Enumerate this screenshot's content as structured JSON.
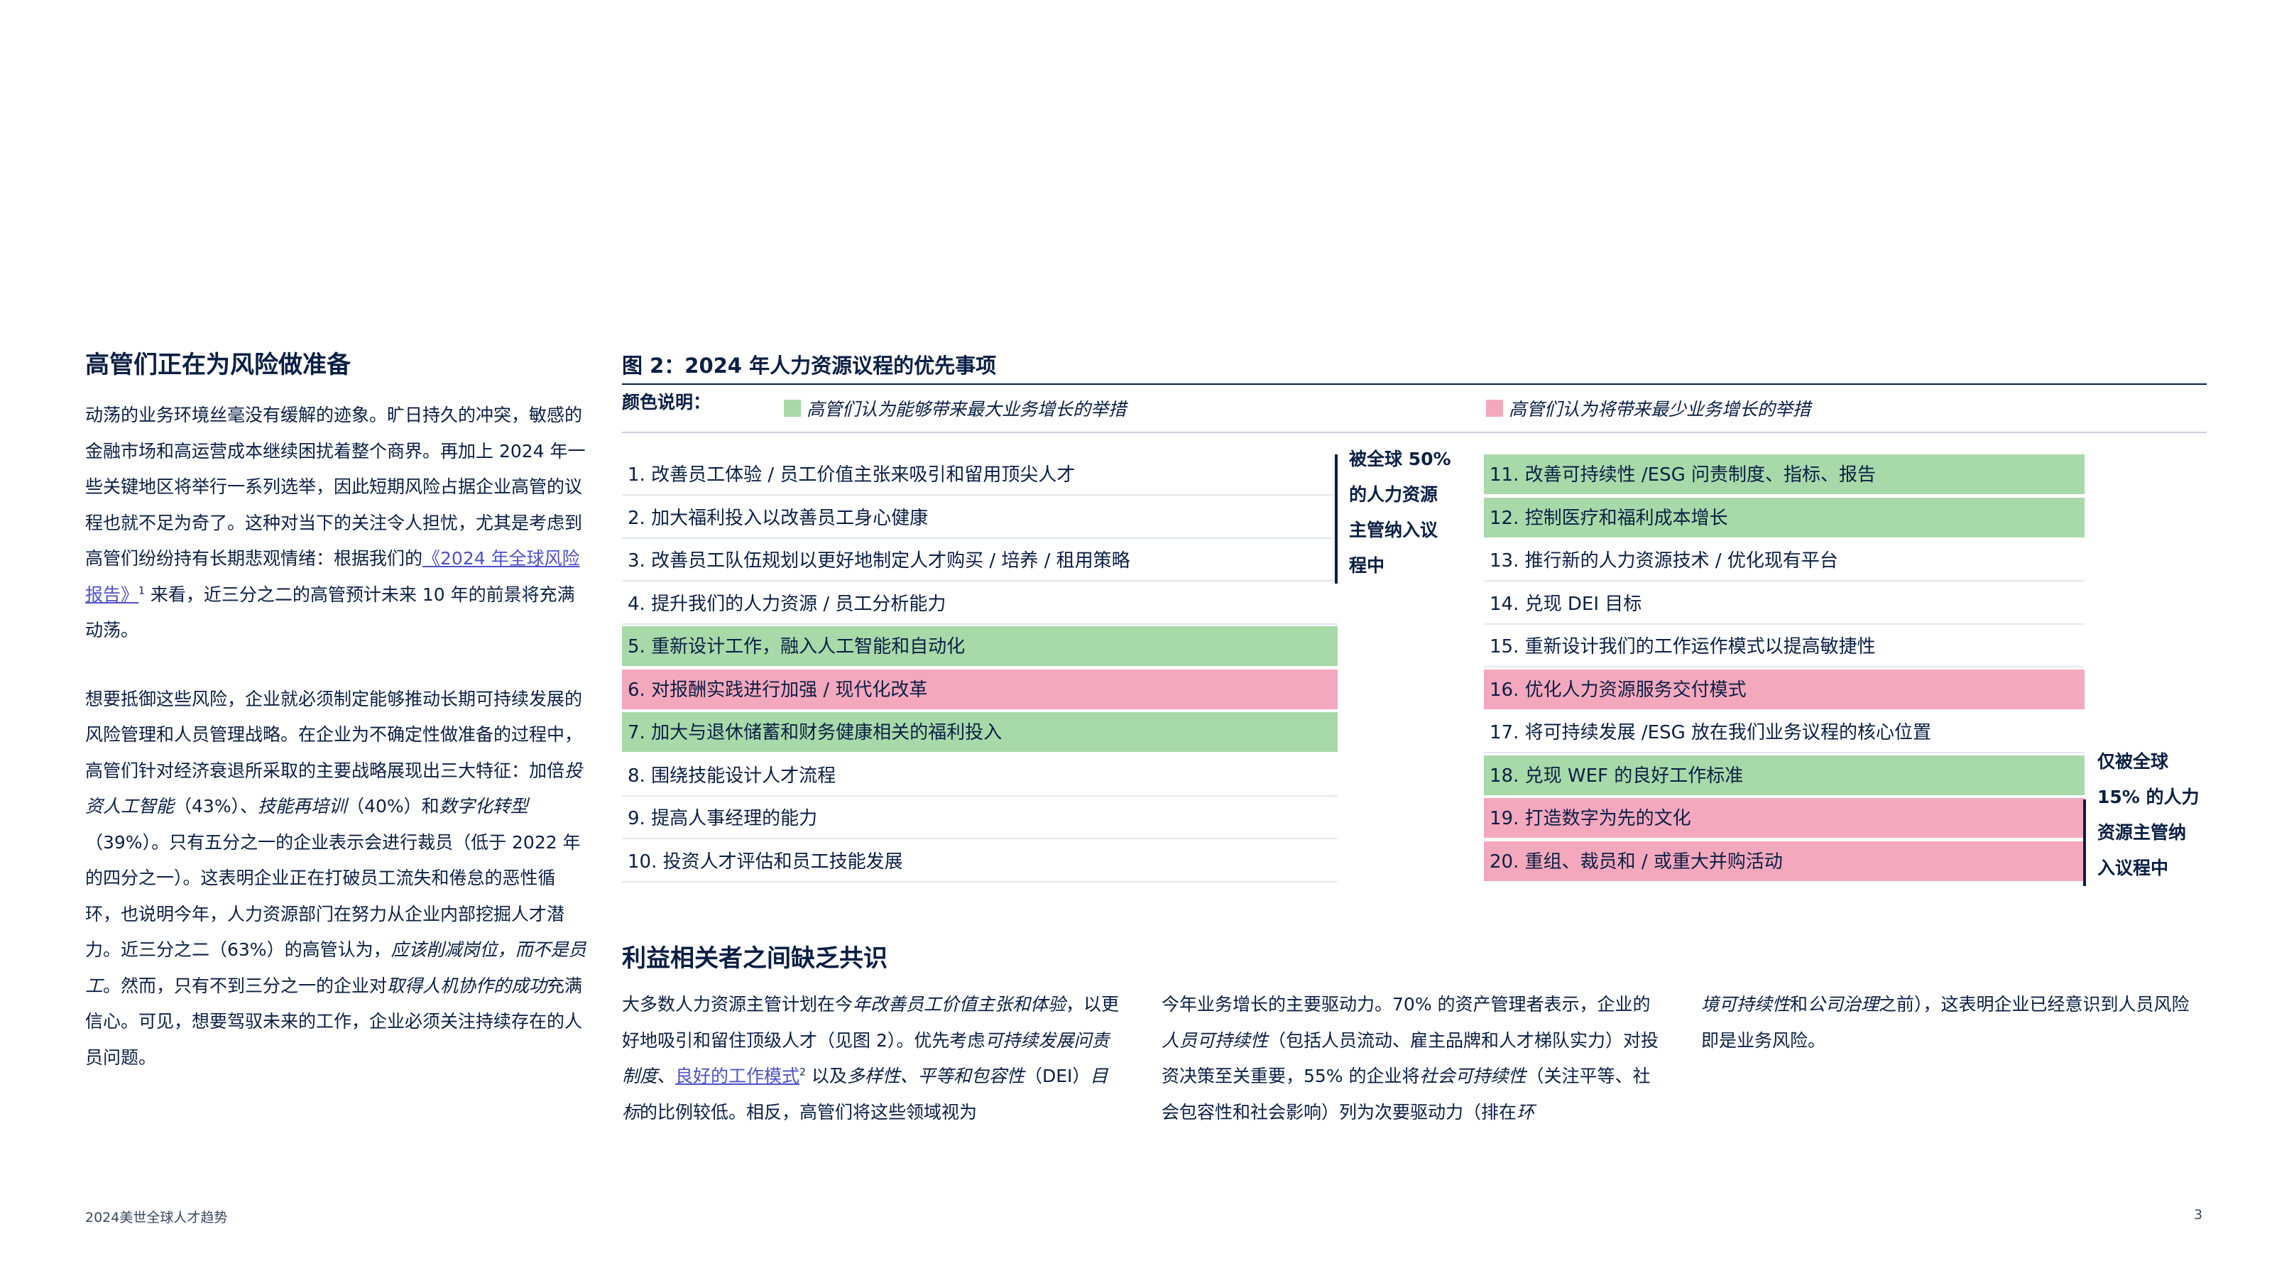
{
  "left": {
    "title": "高管们正在为风险做准备",
    "p1_a": "动荡的业务环境丝毫没有缓解的迹象。旷日持久的冲突，敏感的金融市场和高运营成本继续困扰着整个商界。再加上 2024 年一些关键地区将举行一系列选举，因此短期风险占据企业高管的议程也就不足为奇了。这种对当下的关注令人担忧，尤其是考虑到高管们纷纷持有长期悲观情绪：根据我们的",
    "p1_link": "《2024 年全球风险报告》",
    "p1_sup": "1",
    "p1_b": " 来看，近三分之二的高管预计未来 10 年的前景将充满动荡。",
    "p2_a": "想要抵御这些风险，企业就必须制定能够推动长期可持续发展的风险管理和人员管理战略。在企业为不确定性做准备的过程中，高管们针对经济衰退所采取的主要战略展现出三大特征：加倍",
    "p2_i1": "投资人工智能",
    "p2_b": "（43%）、",
    "p2_i2": "技能再培训",
    "p2_c": "（40%）和",
    "p2_i3": "数字化转型",
    "p2_d": "（39%）。只有五分之一的企业表示会进行裁员（低于 2022 年的四分之一）。这表明企业正在打破员工流失和倦怠的恶性循环，也说明今年，人力资源部门在努力从企业内部挖掘人才潜力。近三分之二（63%）的高管认为，",
    "p2_i4": "应该削减岗位，而不是员工",
    "p2_e": "。然而，只有不到三分之一的企业对",
    "p2_i5": "取得人机协作的成功",
    "p2_f": "充满信心。可见，想要驾驭未来的工作，企业必须关注持续存在的人员问题。"
  },
  "figure": {
    "title": "图 2：2024 年人力资源议程的优先事项",
    "legend_label": "颜色说明：",
    "legend_green": "高管们认为能够带来最大业务增长的举措",
    "legend_pink": "高管们认为将带来最少业务增长的举措",
    "colors": {
      "green": "#a8d9a9",
      "pink": "#f4a8bd",
      "navy": "#0a1f44"
    },
    "left_items": [
      {
        "label": "1. 改善员工体验 / 员工价值主张来吸引和留用顶尖人才",
        "tag": "none"
      },
      {
        "label": "2. 加大福利投入以改善员工身心健康",
        "tag": "none"
      },
      {
        "label": "3. 改善员工队伍规划以更好地制定人才购买 / 培养 / 租用策略",
        "tag": "none"
      },
      {
        "label": "4. 提升我们的人力资源 / 员工分析能力",
        "tag": "none"
      },
      {
        "label": "5. 重新设计工作，融入人工智能和自动化",
        "tag": "green"
      },
      {
        "label": "6. 对报酬实践进行加强 / 现代化改革",
        "tag": "pink"
      },
      {
        "label": "7. 加大与退休储蓄和财务健康相关的福利投入",
        "tag": "green"
      },
      {
        "label": "8. 围绕技能设计人才流程",
        "tag": "none"
      },
      {
        "label": "9. 提高人事经理的能力",
        "tag": "none"
      },
      {
        "label": "10. 投资人才评估和员工技能发展",
        "tag": "none"
      }
    ],
    "right_items": [
      {
        "label": "11. 改善可持续性 /ESG 问责制度、指标、报告",
        "tag": "green"
      },
      {
        "label": "12. 控制医疗和福利成本增长",
        "tag": "green"
      },
      {
        "label": "13. 推行新的人力资源技术 / 优化现有平台",
        "tag": "none"
      },
      {
        "label": "14. 兑现 DEI 目标",
        "tag": "none"
      },
      {
        "label": "15. 重新设计我们的工作运作模式以提高敏捷性",
        "tag": "none"
      },
      {
        "label": "16. 优化人力资源服务交付模式",
        "tag": "pink"
      },
      {
        "label": "17. 将可持续发展 /ESG 放在我们业务议程的核心位置",
        "tag": "none"
      },
      {
        "label": "18. 兑现 WEF 的良好工作标准",
        "tag": "green"
      },
      {
        "label": "19. 打造数字为先的文化",
        "tag": "pink"
      },
      {
        "label": "20. 重组、裁员和 / 或重大并购活动",
        "tag": "pink"
      }
    ],
    "annot_top": [
      "被全球 50%",
      "的人力资源",
      "主管纳入议",
      "程中"
    ],
    "annot_bottom": [
      "仅被全球",
      "15% 的人力",
      "资源主管纳",
      "入议程中"
    ]
  },
  "section2": {
    "title": "利益相关者之间缺乏共识",
    "c1_a": "大多数人力资源主管计划在今",
    "c1_i1": "年改善员工价值主张和体验",
    "c1_b": "，以更好地吸引和留住顶级人才（见图 2）。优先考虑",
    "c1_i2": "可持续发展问责制度",
    "c1_c": "、",
    "c1_link": "良好的工作模式",
    "c1_sup": "2",
    "c1_d": " 以及",
    "c1_i3": "多样性、平等和包容性",
    "c1_e": "（DEI）",
    "c1_i4": "目标",
    "c1_f": "的比例较低。相反，高管们将这些领域视为",
    "c2_a": "今年业务增长的主要驱动力。70% 的资产管理者表示，企业的",
    "c2_i1": "人员可持续性",
    "c2_b": "（包括人员流动、雇主品牌和人才梯队实力）对投资决策至关重要，55% 的企业将",
    "c2_i2": "社会可持续性",
    "c2_c": "（关注平等、社会包容性和社会影响）列为次要驱动力（排在",
    "c2_i3": "环",
    "c3_i1": "境可持续性",
    "c3_a": "和",
    "c3_i2": "公司治理",
    "c3_b": "之前），这表明企业已经意识到人员风险即是业务风险。"
  },
  "footer": {
    "left": "2024美世全球人才趋势",
    "page": "3"
  }
}
